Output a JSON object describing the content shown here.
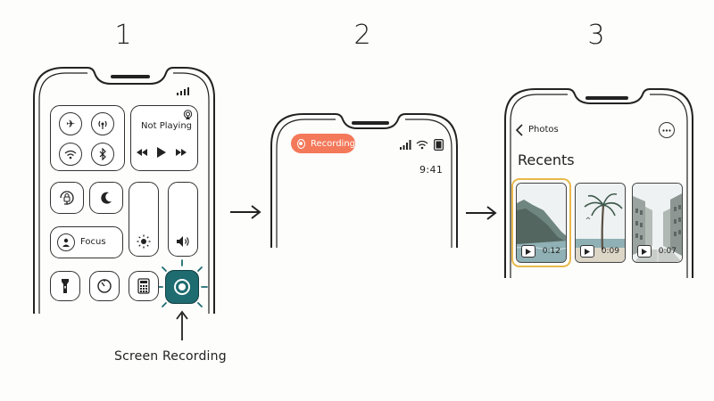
{
  "steps": [
    "1",
    "2",
    "3"
  ],
  "phone1": {
    "control_center": {
      "now_playing": "Not Playing",
      "focus_label": "Focus"
    },
    "callout": "Screen Recording",
    "accent": "#1e6b70"
  },
  "phone2": {
    "recording_pill": "Recording",
    "time": "9:41",
    "pill_color": "#f4795a"
  },
  "phone3": {
    "back_label": "Photos",
    "section_title": "Recents",
    "videos": [
      {
        "duration": "0:12",
        "selected": true
      },
      {
        "duration": "0:09",
        "selected": false
      },
      {
        "duration": "0:07",
        "selected": false
      }
    ],
    "selected_color": "#e8b84a"
  }
}
